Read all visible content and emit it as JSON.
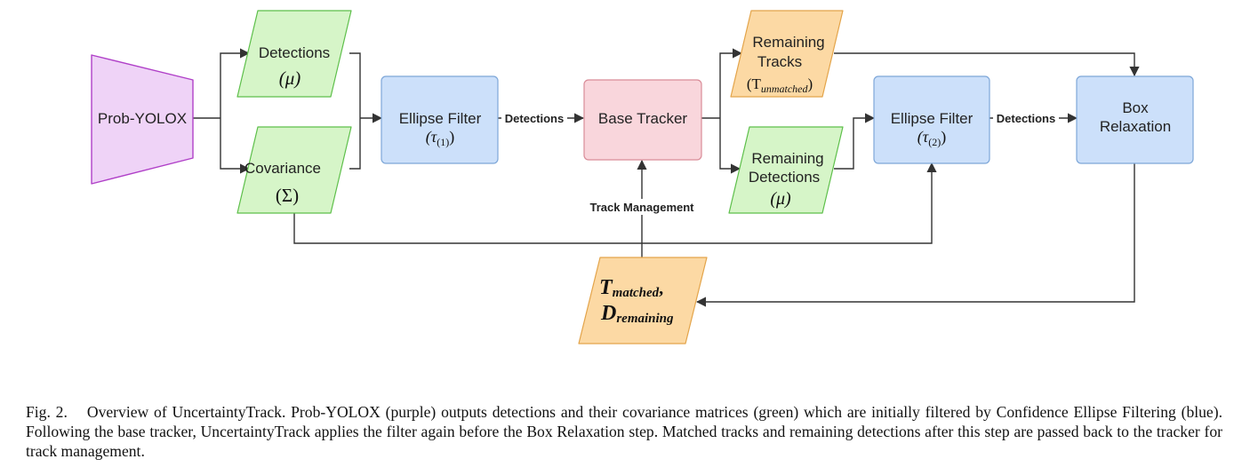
{
  "nodes": {
    "prob_yolox": {
      "label": "Prob-YOLOX",
      "color": "#EFD3F7",
      "stroke": "#B040C8"
    },
    "detections": {
      "label": "Detections",
      "symbol": "(μ)"
    },
    "covariance": {
      "label": "Covariance",
      "symbol": "(Σ)"
    },
    "ellipse_filter_1": {
      "label": "Ellipse Filter",
      "symbol": "(τ",
      "subscript": "(1)",
      "close": ")"
    },
    "base_tracker": {
      "label": "Base Tracker"
    },
    "remaining_tracks": {
      "label_line1": "Remaining",
      "label_line2": "Tracks",
      "symbol": "(T",
      "subscript": "unmatched",
      "close": ")"
    },
    "remaining_detections": {
      "label_line1": "Remaining",
      "label_line2": "Detections",
      "symbol": "(μ)"
    },
    "ellipse_filter_2": {
      "label": "Ellipse Filter",
      "symbol": "(τ",
      "subscript": "(2)",
      "close": ")"
    },
    "box_relaxation": {
      "label_line1": "Box",
      "label_line2": "Relaxation"
    },
    "matched_remaining": {
      "line1_main": "T",
      "line1_sub": "matched",
      "line1_tail": ",",
      "line2_main": "D",
      "line2_sub": "remaining"
    }
  },
  "edges": {
    "detections_1": "Detections",
    "detections_2": "Detections",
    "track_management": "Track Management"
  },
  "colors": {
    "green_fill": "#D6F5C8",
    "green_stroke": "#5DBF4A",
    "blue_fill": "#CCE0FA",
    "blue_stroke": "#7EA7D8",
    "red_fill": "#F9D6DC",
    "red_stroke": "#D98C98",
    "orange_fill": "#FCD9A4",
    "orange_stroke": "#E3A44A"
  },
  "caption": {
    "number": "Fig. 2.",
    "text": "Overview of UncertaintyTrack. Prob-YOLOX (purple) outputs detections and their covariance matrices (green) which are initially filtered by Confidence Ellipse Filtering (blue). Following the base tracker, UncertaintyTrack applies the filter again before the Box Relaxation step. Matched tracks and remaining detections after this step are passed back to the tracker for track management."
  }
}
